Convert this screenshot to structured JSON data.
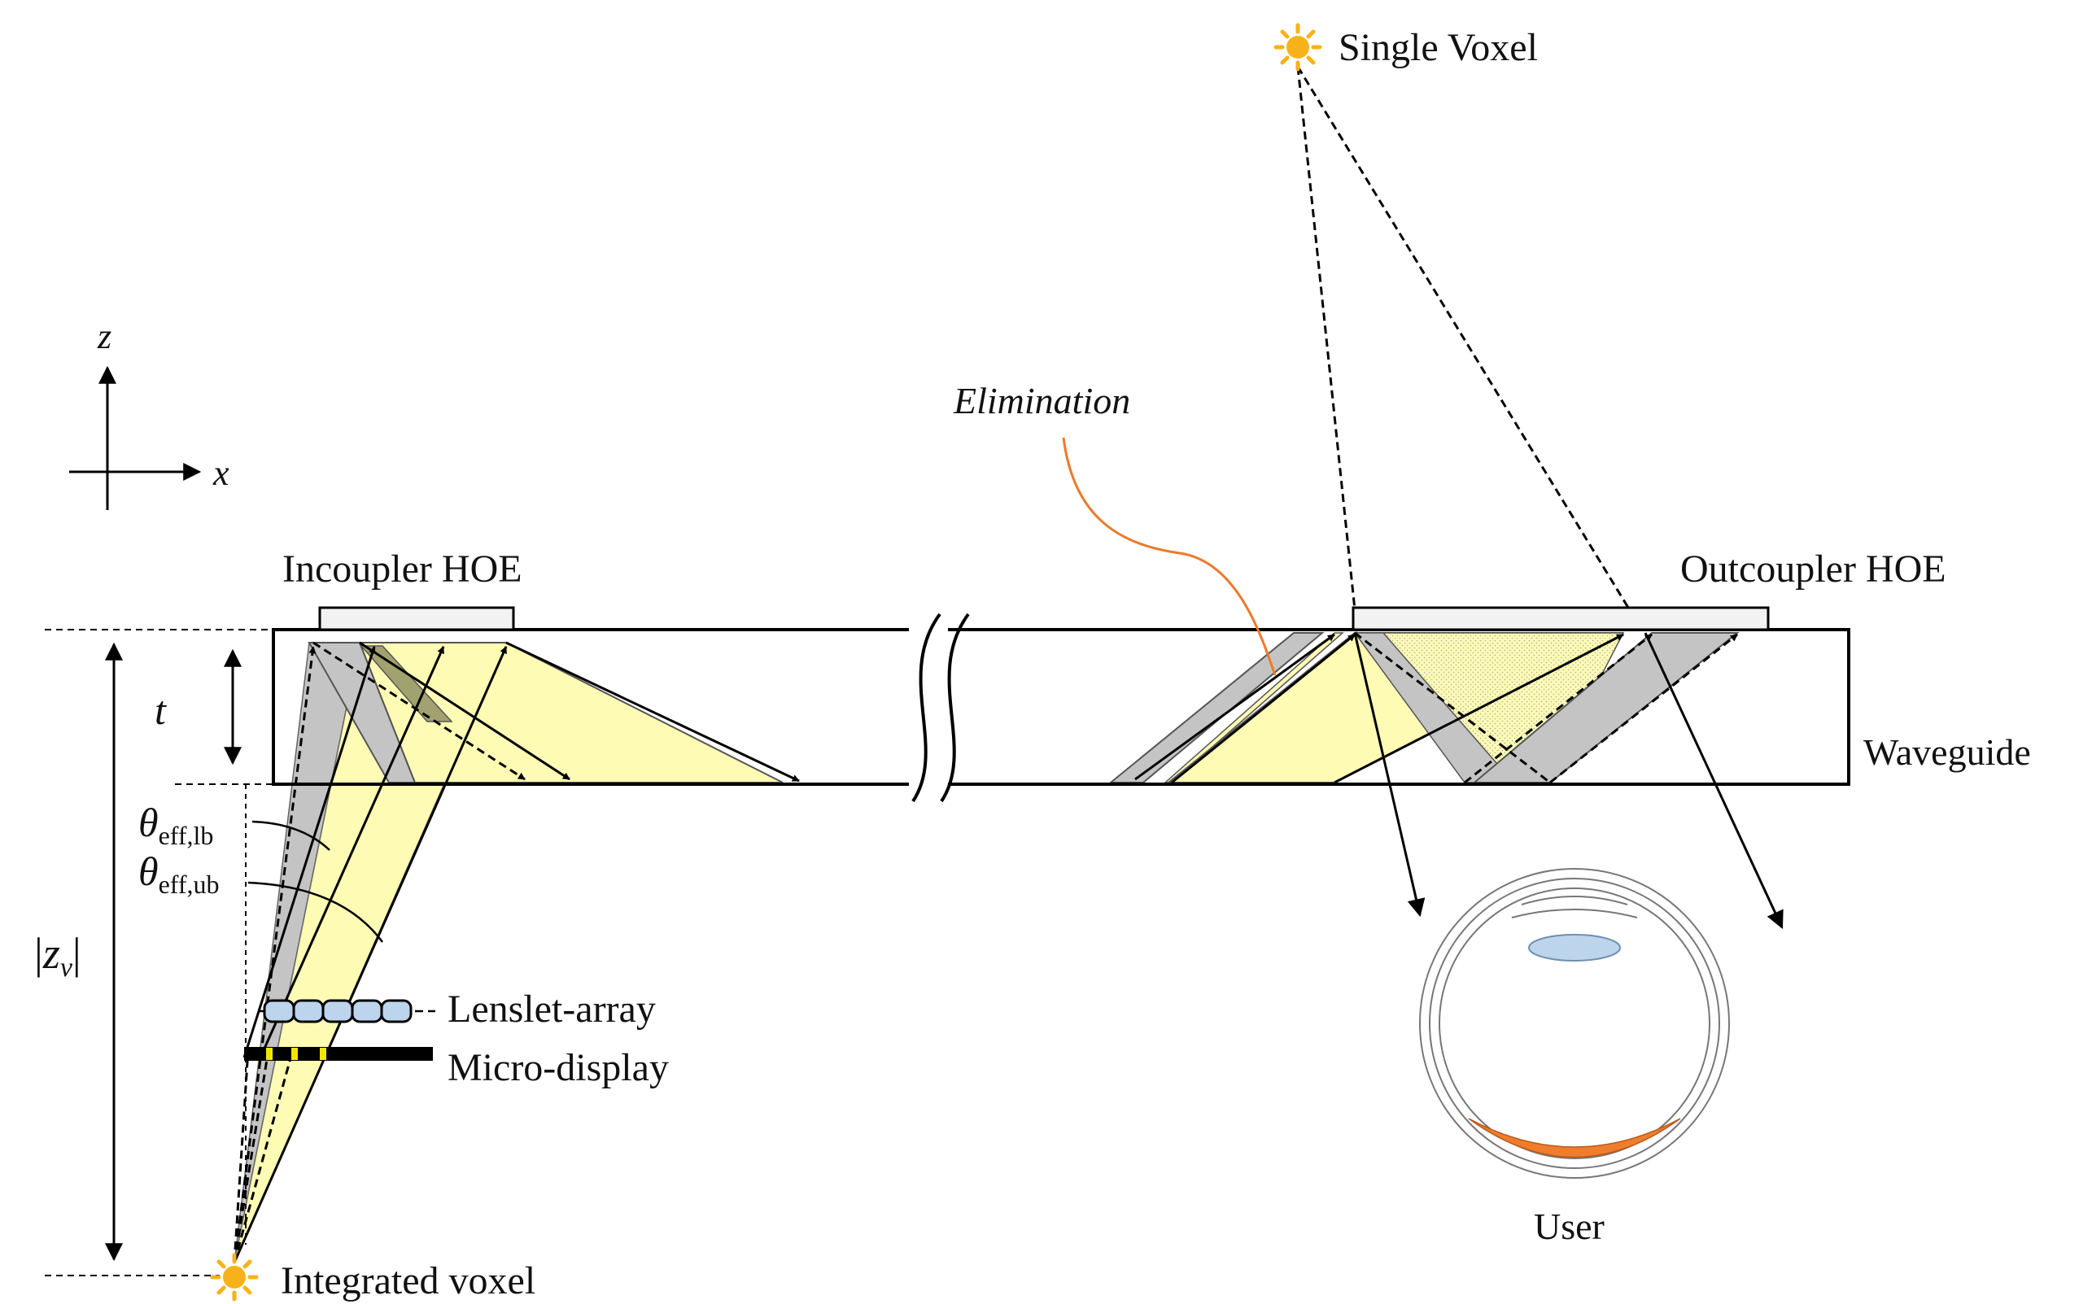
{
  "axes": {
    "z_label": "z",
    "x_label": "x"
  },
  "labels": {
    "single_voxel": "Single Voxel",
    "elimination": "Elimination",
    "incoupler": "Incoupler HOE",
    "outcoupler": "Outcoupler HOE",
    "waveguide": "Waveguide",
    "thickness": "t",
    "theta_lb_symbol": "θ",
    "theta_lb_sub": "eff,lb",
    "theta_ub_symbol": "θ",
    "theta_ub_sub": "eff,ub",
    "zv_left_bar": "|",
    "zv_z": "z",
    "zv_sub": "v",
    "zv_right_bar": "|",
    "lenslet": "Lenslet-array",
    "microdisplay": "Micro-display",
    "integrated_voxel": "Integrated voxel",
    "user": "User"
  },
  "colors": {
    "yellow_fill": "#fdfbb4",
    "gray_fill": "#c4c4c4",
    "olive_fill": "#a2a270",
    "sun": "#f7b21a",
    "elimination_curve": "#ec7a2c",
    "lens_fill": "#bcd4ec",
    "retina": "#ef7d2e",
    "pixel": "#f2e600",
    "hoe_fill": "#f2f2f2"
  },
  "icons": {
    "voxel_source": "sun-icon",
    "eye": "eye-icon"
  }
}
